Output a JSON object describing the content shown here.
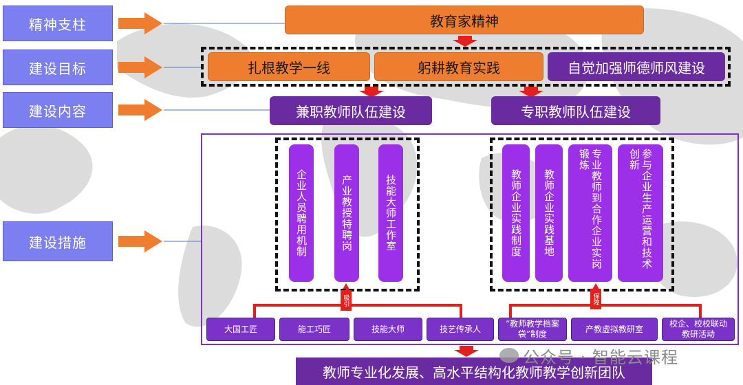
{
  "side_labels": {
    "spirit": "精神支柱",
    "goal": "建设目标",
    "content": "建设内容",
    "measures": "建设措施"
  },
  "top_banner": "教育家精神",
  "goals": [
    "扎根教学一线",
    "躬耕教育实践",
    "自觉加强师德师风建设"
  ],
  "teams": {
    "parttime": "兼职教师队伍建设",
    "fulltime": "专职教师队伍建设"
  },
  "parttime_measures": [
    "企业人员聘用机制",
    "产业教授特聘岗",
    "技能大师工作室"
  ],
  "fulltime_measures": [
    "教师企业实践制度",
    "教师企业实践基地",
    "专业教师到合作企业实岗锻炼",
    "参与企业生产运营和技术创新"
  ],
  "badges": {
    "attract": "吸引",
    "guarantee": "保障"
  },
  "parttime_sources": [
    "大国工匠",
    "能工巧匠",
    "技能大师",
    "技艺传承人"
  ],
  "fulltime_supports": [
    "“教师教学档案袋”制度",
    "产教虚拟教研室",
    "校企、校校联动教研活动"
  ],
  "bottom_banner": "教师专业化发展、高水平结构化教师教学创新团队",
  "watermark": "公众号 · 智能云课程",
  "colors": {
    "side": "#7b7ff0",
    "orange": "#ef7d2f",
    "purple": "#6a2ba0",
    "vbox": "#9b30e8",
    "arrow": "#e3201c"
  }
}
